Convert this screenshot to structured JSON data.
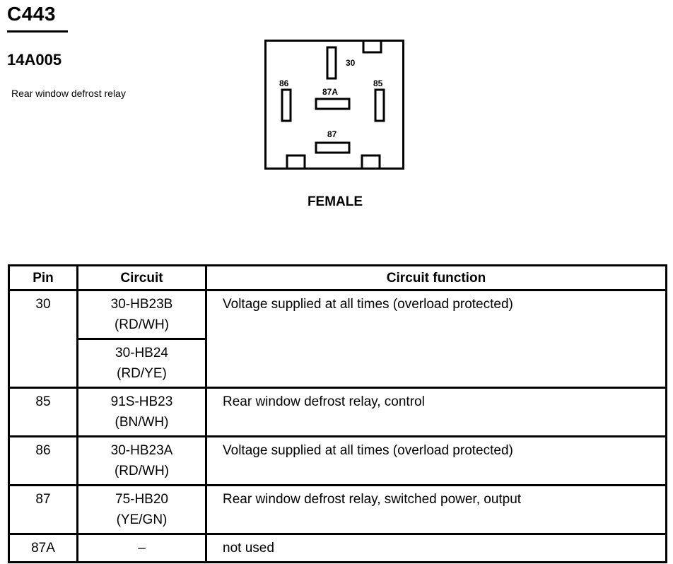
{
  "header": {
    "connector_id": "C443",
    "part_number": "14A005",
    "description": "Rear window defrost relay"
  },
  "connector": {
    "view": "FEMALE",
    "pin_labels": [
      "30",
      "86",
      "87A",
      "85",
      "87"
    ]
  },
  "table": {
    "headers": [
      "Pin",
      "Circuit",
      "Circuit function"
    ],
    "rows": [
      {
        "pin": "30",
        "circuit": "30-HB23B",
        "wire": "(RD/WH)",
        "function": "Voltage supplied at all times (overload protected)"
      },
      {
        "pin": "",
        "circuit": "30-HB24",
        "wire": "(RD/YE)",
        "function": ""
      },
      {
        "pin": "85",
        "circuit": "91S-HB23",
        "wire": "(BN/WH)",
        "function": "Rear window defrost relay, control"
      },
      {
        "pin": "86",
        "circuit": "30-HB23A",
        "wire": "(RD/WH)",
        "function": "Voltage supplied at all times (overload protected)"
      },
      {
        "pin": "87",
        "circuit": "75-HB20",
        "wire": "(YE/GN)",
        "function": "Rear window defrost relay, switched power, output"
      },
      {
        "pin": "87A",
        "circuit": "–",
        "wire": "",
        "function": "not used"
      }
    ]
  }
}
